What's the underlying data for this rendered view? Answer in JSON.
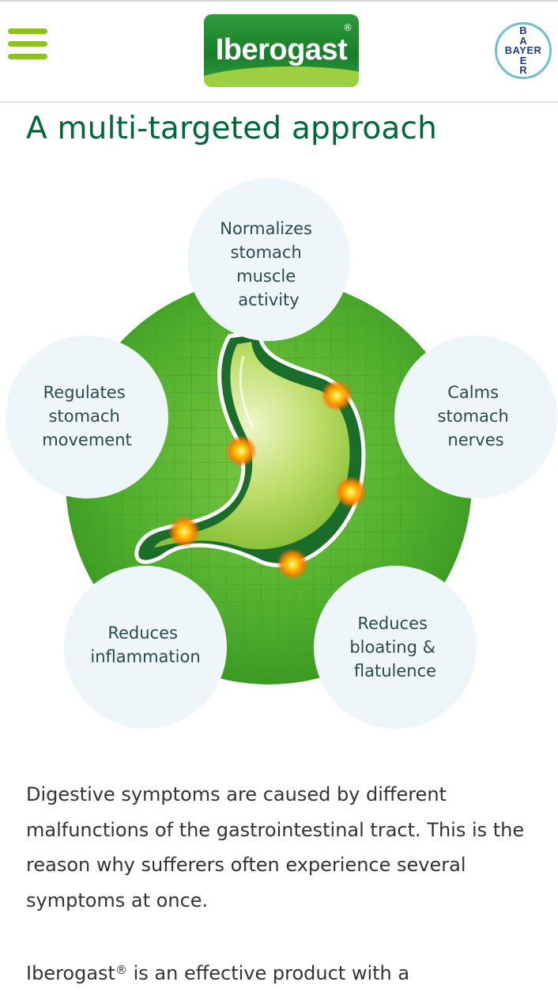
{
  "header": {
    "menu_icon": "hamburger-menu-icon",
    "logo_text": "Iberogast",
    "logo_reg": "®",
    "brand_logo_letters_horizontal": "BAYER",
    "brand_logo_letters_vertical": [
      "B",
      "A",
      "Y",
      "E",
      "R"
    ]
  },
  "page": {
    "title": "A multi-targeted approach"
  },
  "diagram": {
    "center_image": "stomach-illustration",
    "bubbles": [
      {
        "lines": [
          "Normalizes",
          "stomach",
          "muscle",
          "activity"
        ]
      },
      {
        "lines": [
          "Calms",
          "stomach",
          "nerves"
        ]
      },
      {
        "lines": [
          "Reduces",
          "bloating &",
          "flatulence"
        ]
      },
      {
        "lines": [
          "Reduces",
          "inflammation"
        ]
      },
      {
        "lines": [
          "Regulates",
          "stomach",
          "movement"
        ]
      }
    ]
  },
  "content": {
    "paragraph_1": "Digestive symptoms are caused by different malfunctions of the gastrointestinal tract. This is the reason why sufferers often experience several symptoms at once.",
    "paragraph_2_part1": "Iberogast",
    "paragraph_2_reg": "®",
    "paragraph_2_part2": " is an effective product with a"
  },
  "colors": {
    "brand_green": "#006837",
    "menu_green": "#8dc21f",
    "disc_green": "#4fae2c",
    "bubble_fill": "#eef6fa",
    "bubble_text": "#2b4a48"
  }
}
